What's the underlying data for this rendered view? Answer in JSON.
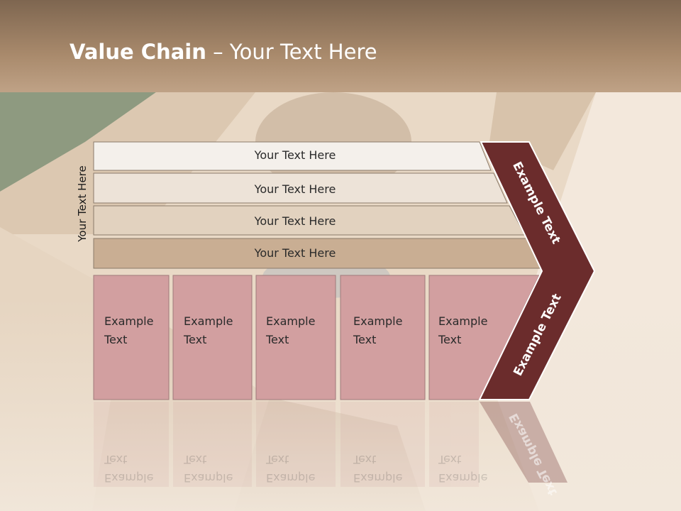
{
  "slide": {
    "title_bold": "Value Chain",
    "title_rest": " – Your Text Here",
    "vertical_label": "Your Text Here"
  },
  "rows": [
    {
      "label": "Your Text Here"
    },
    {
      "label": "Your Text Here"
    },
    {
      "label": "Your Text Here"
    },
    {
      "label": "Your Text Here"
    }
  ],
  "boxes": [
    {
      "line1": "Example",
      "line2": "Text"
    },
    {
      "line1": "Example",
      "line2": "Text"
    },
    {
      "line1": "Example",
      "line2": "Text"
    },
    {
      "line1": "Example",
      "line2": "Text"
    },
    {
      "line1": "Example",
      "line2": "Text"
    }
  ],
  "chevron": {
    "upper_label": "Example Text",
    "lower_label": "Example Text"
  },
  "colors": {
    "header": "#9a7a5c",
    "chevron": "#6b2c2c",
    "box_fill": "#d29fa0",
    "row_fills": [
      "#f4f0eb",
      "#ede3d8",
      "#e2d2bf",
      "#c9ae93"
    ]
  }
}
